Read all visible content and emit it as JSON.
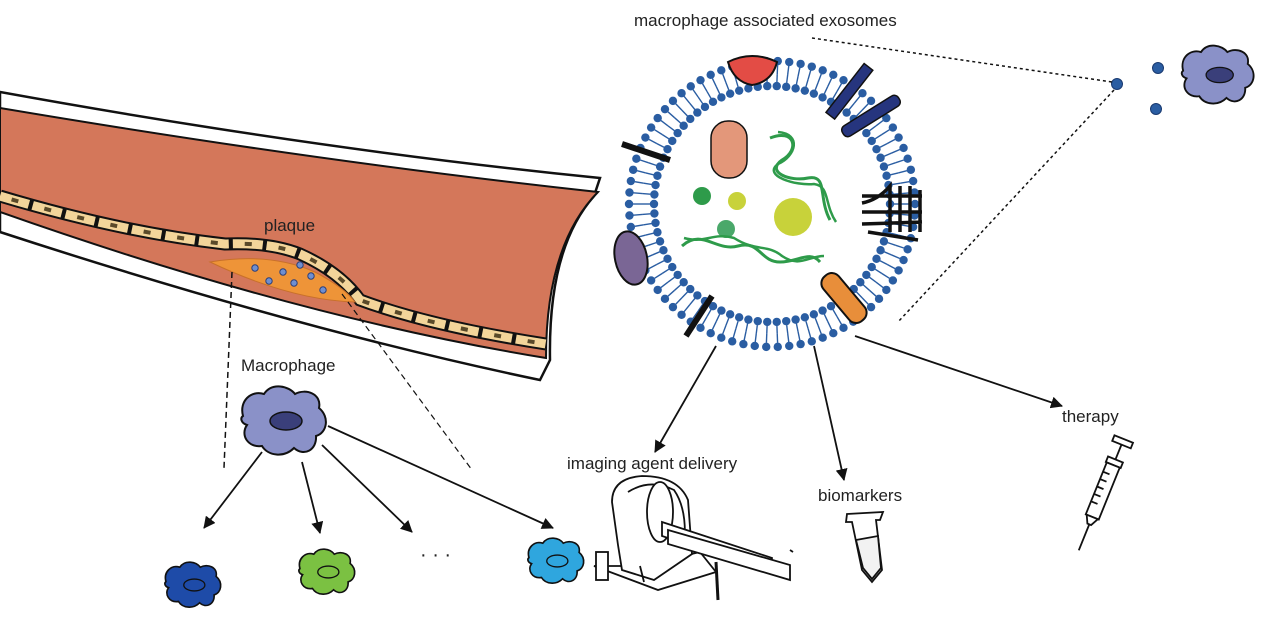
{
  "labels": {
    "exosomes": "macrophage associated exosomes",
    "plaque": "plaque",
    "macrophage": "Macrophage",
    "imaging": "imaging agent delivery",
    "biomarkers": "biomarkers",
    "therapy": "therapy",
    "ellipsis": "· · ·"
  },
  "colors": {
    "vessel_wall": "#D4775A",
    "endothelium": "#F3D59A",
    "plaque": "#EE9438",
    "lipid_bilayer": "#2A5DA2",
    "macrophage_main": "#8A91C8",
    "macrophage_dark_blue": "#1E4BA8",
    "macrophage_green": "#7BC142",
    "macrophage_light_blue": "#2FA6DE",
    "rna_strand": "#2E9B4A",
    "protein_salmon": "#E3977A",
    "protein_red": "#E34C45",
    "protein_purple": "#7A6695",
    "protein_orange": "#E88E3A",
    "receptor_navy": "#26357E"
  },
  "icons": [
    "macrophage-icon",
    "exosome-icon",
    "mri-scanner-icon",
    "test-tube-icon",
    "syringe-icon"
  ]
}
